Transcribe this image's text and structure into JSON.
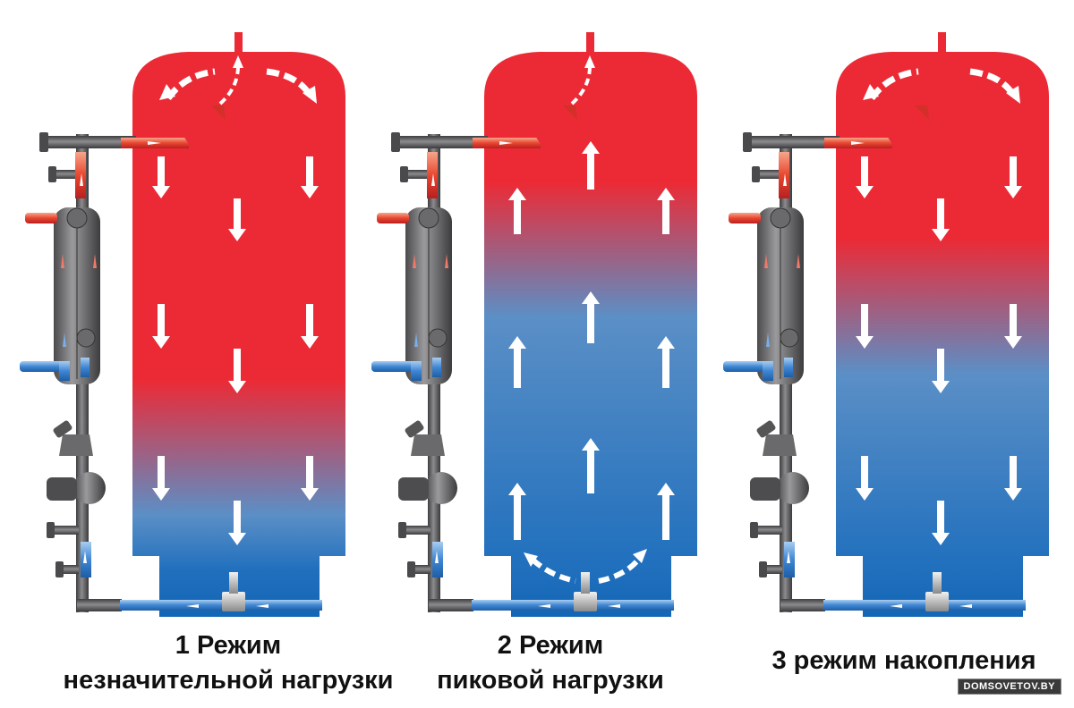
{
  "colors": {
    "hot": "#ec2a35",
    "cold": "#1f6fbd",
    "pipe": "#5f5f61",
    "arrow": "#ffffff"
  },
  "panels": [
    {
      "id": "mode-1",
      "label_line1": "1 Режим",
      "label_line2": "незначительной нагрузки",
      "flow_direction": "down",
      "hot_fraction": 0.7
    },
    {
      "id": "mode-2",
      "label_line1": "2 Режим",
      "label_line2": "пиковой нагрузки",
      "flow_direction": "up",
      "hot_fraction": 0.35
    },
    {
      "id": "mode-3",
      "label_line1": "3 режим накопления",
      "label_line2": "",
      "flow_direction": "down",
      "hot_fraction": 0.45
    }
  ],
  "watermark": "DOMSOVETOV.BY"
}
